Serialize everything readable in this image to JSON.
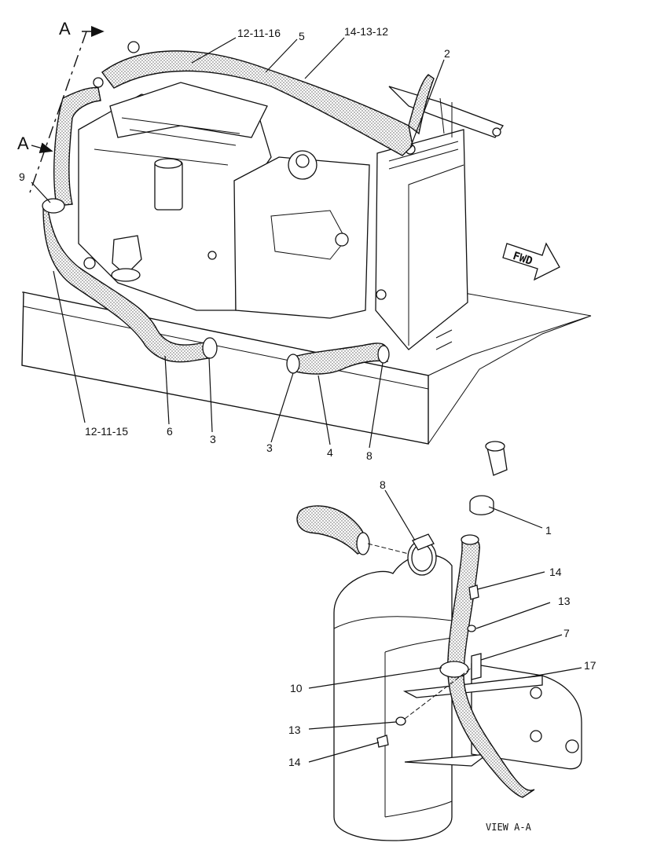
{
  "callouts_top": [
    {
      "id": "c-12-11-16",
      "text": "12-11-16"
    },
    {
      "id": "c-5",
      "text": "5"
    },
    {
      "id": "c-14-13-12",
      "text": "14-13-12"
    },
    {
      "id": "c-2",
      "text": "2"
    },
    {
      "id": "c-9",
      "text": "9"
    },
    {
      "id": "c-12-11-15",
      "text": "12-11-15"
    },
    {
      "id": "c-6",
      "text": "6"
    },
    {
      "id": "c-3a",
      "text": "3"
    },
    {
      "id": "c-3b",
      "text": "3"
    },
    {
      "id": "c-4",
      "text": "4"
    },
    {
      "id": "c-8a",
      "text": "8"
    }
  ],
  "callouts_view": [
    {
      "id": "v-8",
      "text": "8"
    },
    {
      "id": "v-1",
      "text": "1"
    },
    {
      "id": "v-14a",
      "text": "14"
    },
    {
      "id": "v-13a",
      "text": "13"
    },
    {
      "id": "v-7",
      "text": "7"
    },
    {
      "id": "v-17",
      "text": "17"
    },
    {
      "id": "v-10",
      "text": "10"
    },
    {
      "id": "v-13b",
      "text": "13"
    },
    {
      "id": "v-14b",
      "text": "14"
    }
  ],
  "section_marker": {
    "top": "A",
    "bottom": "A"
  },
  "direction_badge": "FWD",
  "view_label": "VIEW A-A"
}
